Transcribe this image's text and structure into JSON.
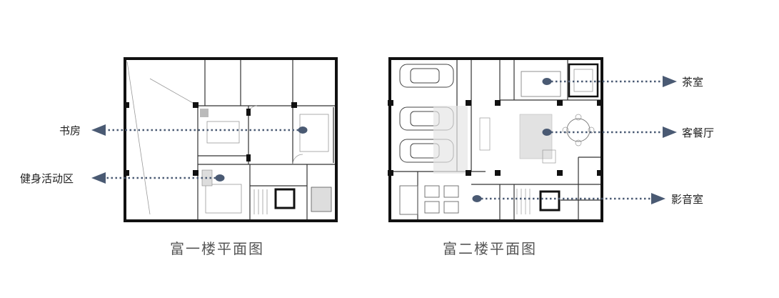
{
  "plans": [
    {
      "id": "floor1",
      "caption": "富一楼平面图"
    },
    {
      "id": "floor2",
      "caption": "富二楼平面图"
    }
  ],
  "callouts": [
    {
      "id": "study",
      "label": "书房"
    },
    {
      "id": "gym",
      "label": "健身活动区"
    },
    {
      "id": "tea",
      "label": "茶室"
    },
    {
      "id": "living",
      "label": "客餐厅"
    },
    {
      "id": "cinema",
      "label": "影音室"
    }
  ],
  "colors": {
    "leader": "#4a5a73",
    "wall": "#111111",
    "thin": "#888888",
    "caption": "#555555"
  }
}
